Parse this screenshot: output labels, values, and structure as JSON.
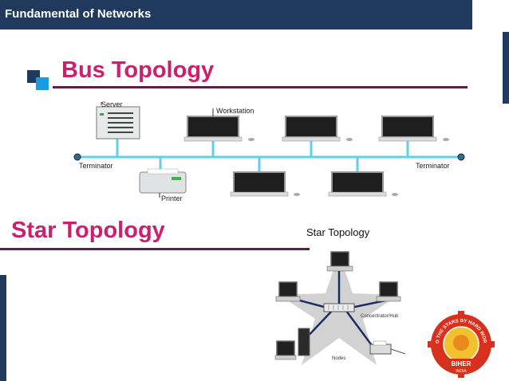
{
  "header": {
    "title": "Fundamental of Networks"
  },
  "bus": {
    "title": "Bus Topology",
    "labels": {
      "server": "Server",
      "workstation": "Workstation",
      "terminator_left": "Terminator",
      "terminator_right": "Terminator",
      "printer": "Printer"
    }
  },
  "star": {
    "title": "Star Topology",
    "diagram_title": "Star Topology",
    "labels": {
      "hub": "Concentrator/Hub",
      "nodes": "Nodes"
    }
  },
  "logo": {
    "text_top": "TO THE STARS BY HARD WORK",
    "text_bottom": "BIHER",
    "text_country": "INDIA"
  },
  "colors": {
    "header_bg": "#1f3a5c",
    "accent_title": "#cc1f6e",
    "bus_line": "#5fd0e8",
    "bullet_light": "#1b9be0"
  }
}
